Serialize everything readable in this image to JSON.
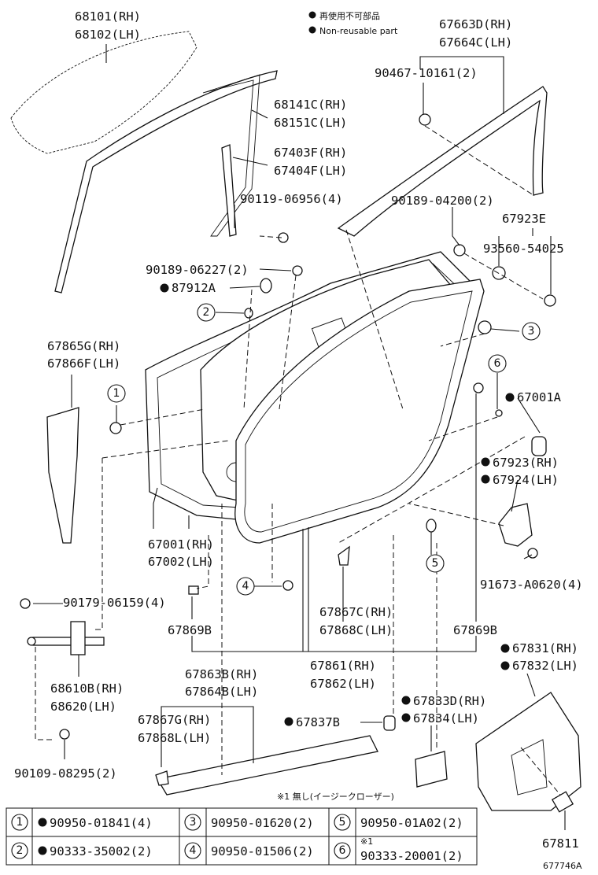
{
  "legend": {
    "jp": "再使用不可部品",
    "en": "Non-reusable part"
  },
  "callouts": {
    "p68101": "68101(RH)",
    "p68102": "68102(LH)",
    "p68141": "68141C(RH)",
    "p68151": "68151C(LH)",
    "p67403": "67403F(RH)",
    "p67404": "67404F(LH)",
    "p90119": "90119-06956(4)",
    "p67663": "67663D(RH)",
    "p67664": "67664C(LH)",
    "p90467": "90467-10161(2)",
    "p90189a": "90189-04200(2)",
    "p67923e": "67923E",
    "p93560": "93560-54025",
    "p90189b": "90189-06227(2)",
    "p87912": "87912A",
    "p67865": "67865G(RH)",
    "p67866": "67866F(LH)",
    "p67001a": "67001A",
    "p67923": "67923(RH)",
    "p67924": "67924(LH)",
    "p67001": "67001(RH)",
    "p67002": "67002(LH)",
    "p91673": "91673-A0620(4)",
    "p90179": "90179-06159(4)",
    "p67869l": "67869B",
    "p67867c": "67867C(RH)",
    "p67868c": "67868C(LH)",
    "p67869r": "67869B",
    "p67831": "67831(RH)",
    "p67832": "67832(LH)",
    "p68610": "68610B(RH)",
    "p68620": "68620(LH)",
    "p67863": "67863B(RH)",
    "p67864": "67864B(LH)",
    "p67861": "67861(RH)",
    "p67862": "67862(LH)",
    "p67833": "67833D(RH)",
    "p67834": "67834(LH)",
    "p67837": "67837B",
    "p67867g": "67867G(RH)",
    "p67868l": "67868L(LH)",
    "p90109": "90109-08295(2)",
    "p67811": "67811",
    "note": "※1 無し(イージークローザー)"
  },
  "circled": [
    "1",
    "2",
    "3",
    "4",
    "5",
    "6"
  ],
  "table": [
    {
      "num": "1",
      "part": "90950-01841(4)",
      "nonreusable": true
    },
    {
      "num": "3",
      "part": "90950-01620(2)",
      "nonreusable": false
    },
    {
      "num": "5",
      "part": "90950-01A02(2)",
      "nonreusable": false
    },
    {
      "num": "2",
      "part": "90333-35002(2)",
      "nonreusable": true
    },
    {
      "num": "4",
      "part": "90950-01506(2)",
      "nonreusable": false
    },
    {
      "num": "6",
      "part": "90333-20001(2)",
      "nonreusable": false,
      "note": "※1"
    }
  ],
  "figure_id": "677746A"
}
